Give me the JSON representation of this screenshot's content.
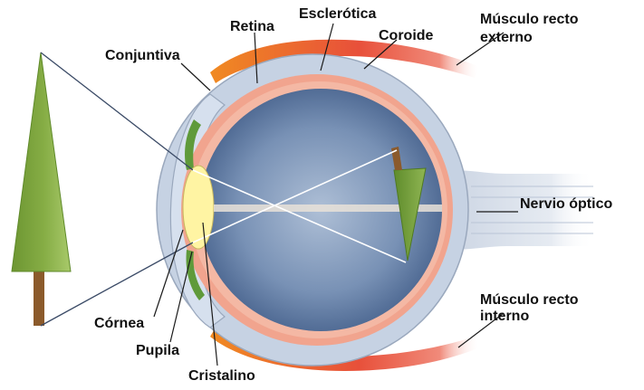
{
  "labels": {
    "retina": "Retina",
    "esclerotica": "Esclerótica",
    "coroide": "Coroide",
    "conjuntiva": "Conjuntiva",
    "musculo_externo_line1": "Músculo recto",
    "musculo_externo_line2": "externo",
    "nervio_optico": "Nervio óptico",
    "musculo_interno_line1": "Músculo recto",
    "musculo_interno_line2": "interno",
    "cornea": "Córnea",
    "pupila": "Pupila",
    "cristalino": "Cristalino"
  },
  "colors": {
    "tree_foliage": "#7aa23c",
    "tree_foliage_light": "#9cc25a",
    "tree_trunk": "#8b5a2b",
    "sclera": "#c6d2e3",
    "choroid": "#f1a48e",
    "vitreous_center": "#9fb4cf",
    "vitreous_edge": "#2f4f7f",
    "lens": "#fff4a3",
    "iris": "#5f9a3a",
    "muscle": "#e8553a",
    "optic_nerve": "#d9dfe9"
  }
}
